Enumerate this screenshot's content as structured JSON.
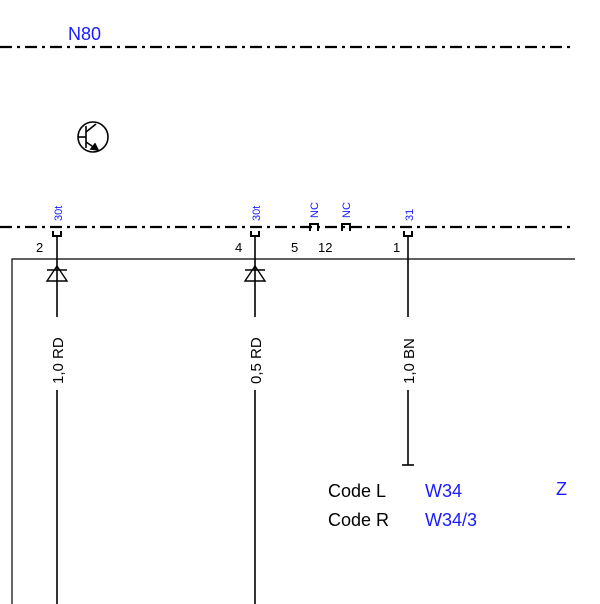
{
  "module": {
    "label": "N80"
  },
  "pins": [
    {
      "terminal": "30t",
      "pin": "2"
    },
    {
      "terminal": "30t",
      "pin": "4"
    },
    {
      "terminal": "",
      "pin": "5"
    },
    {
      "terminal": "NC",
      "pin": ""
    },
    {
      "terminal": "",
      "pin": "12"
    },
    {
      "terminal": "NC",
      "pin": ""
    },
    {
      "terminal": "31",
      "pin": "1"
    }
  ],
  "wires": [
    {
      "label": "1,0 RD"
    },
    {
      "label": "0,5 RD"
    },
    {
      "label": "1,0 BN"
    }
  ],
  "codes": [
    {
      "label": "Code L",
      "value": "W34"
    },
    {
      "label": "Code R",
      "value": "W34/3"
    }
  ],
  "reference": "Z",
  "colors": {
    "line": "#000000",
    "reference": "#1a1aff"
  },
  "icons": {
    "transistor": "transistor-icon"
  }
}
